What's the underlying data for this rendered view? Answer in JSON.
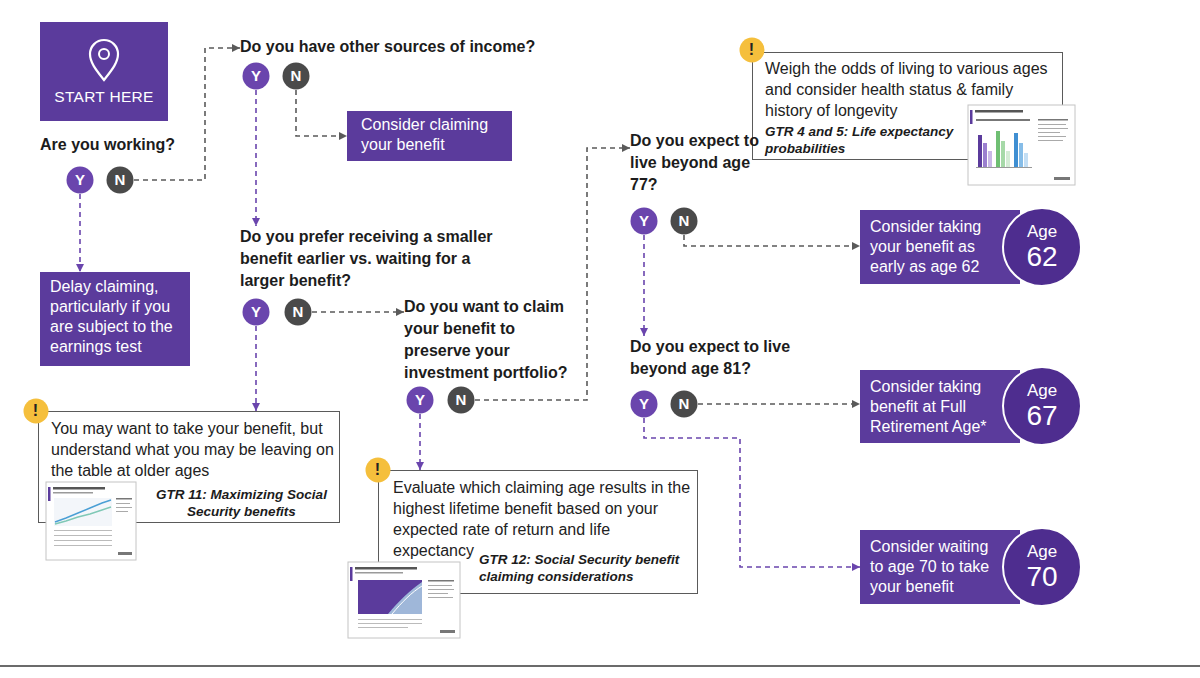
{
  "diagram": {
    "nodes": [
      {
        "text": [
          "START HERE"
        ]
      },
      {
        "text": [
          "Are you working?"
        ]
      },
      {
        "text": [
          "Y"
        ],
        "in": 1
      },
      {
        "text": [
          "N"
        ],
        "in": 1
      },
      {
        "text": [
          "Do you have other sources of income?"
        ]
      },
      {
        "text": [
          "Y"
        ],
        "in": 4
      },
      {
        "text": [
          "N"
        ],
        "in": 4
      },
      {
        "text": [
          "Consider claiming your benefit"
        ]
      },
      {
        "text": [
          "Delay claiming, particularly if you are subject to the earnings test"
        ]
      },
      {
        "text": [
          "Do you prefer receiving a smaller benefit earlier vs. waiting for a larger benefit?"
        ]
      },
      {
        "text": [
          "Y"
        ],
        "in": 9
      },
      {
        "text": [
          "N"
        ],
        "in": 9
      },
      {
        "text": [
          "Do you want to claim your benefit to preserve your investment portfolio?"
        ]
      },
      {
        "text": [
          "Y"
        ],
        "in": 12
      },
      {
        "text": [
          "N"
        ],
        "in": 12
      },
      {
        "text": [
          "You may want to take your benefit, but understand what you may be leaving on the table at older ages",
          "GTR 11: Maximizing Social Security benefits"
        ]
      },
      {
        "text": [
          "!"
        ],
        "in": 15
      },
      {
        "text": [
          "Evaluate which claiming age results in the highest lifetime benefit based on your expected rate of return and life expectancy",
          "GTR 12: Social Security benefit claiming considerations"
        ]
      },
      {
        "text": [
          "!"
        ],
        "in": 17
      },
      {
        "text": [
          "Weigh the odds of living to various ages and consider health status & family history of longevity",
          "GTR 4 and 5: Life expectancy probabilities"
        ]
      },
      {
        "text": [
          "!"
        ],
        "in": 19
      },
      {
        "text": [
          "Do you expect to live beyond age 77?"
        ]
      },
      {
        "text": [
          "Y"
        ],
        "in": 21
      },
      {
        "text": [
          "N"
        ],
        "in": 21
      },
      {
        "text": [
          "Consider taking your benefit as early as age 62"
        ]
      },
      {
        "text": [
          "Age",
          "62"
        ],
        "in": 24
      },
      {
        "text": [
          "Do you expect to live beyond age 81?"
        ]
      },
      {
        "text": [
          "Y"
        ],
        "in": 26
      },
      {
        "text": [
          "N"
        ],
        "in": 26
      },
      {
        "text": [
          "Consider taking benefit at Full Retirement Age*"
        ]
      },
      {
        "text": [
          "Age",
          "67"
        ],
        "in": 29
      },
      {
        "text": [
          "Consider waiting to age 70 to take your benefit"
        ]
      },
      {
        "text": [
          "Age",
          "70"
        ],
        "in": 31
      }
    ],
    "edges": [
      {
        "from": 2,
        "to": 8,
        "arrow": "to"
      },
      {
        "from": 3,
        "to": 4,
        "arrow": "to"
      },
      {
        "from": 5,
        "to": 9,
        "arrow": "to"
      },
      {
        "from": 6,
        "to": 7,
        "arrow": "to"
      },
      {
        "from": 10,
        "to": 15,
        "arrow": "to"
      },
      {
        "from": 11,
        "to": 12,
        "arrow": "to"
      },
      {
        "from": 13,
        "to": 17,
        "arrow": "to"
      },
      {
        "from": 14,
        "to": 21,
        "arrow": "to"
      },
      {
        "from": 22,
        "to": 26,
        "arrow": "to"
      },
      {
        "from": 23,
        "to": 24,
        "arrow": "to"
      },
      {
        "from": 28,
        "to": 29,
        "arrow": "to"
      },
      {
        "from": 27,
        "to": 31,
        "arrow": "to"
      }
    ]
  }
}
